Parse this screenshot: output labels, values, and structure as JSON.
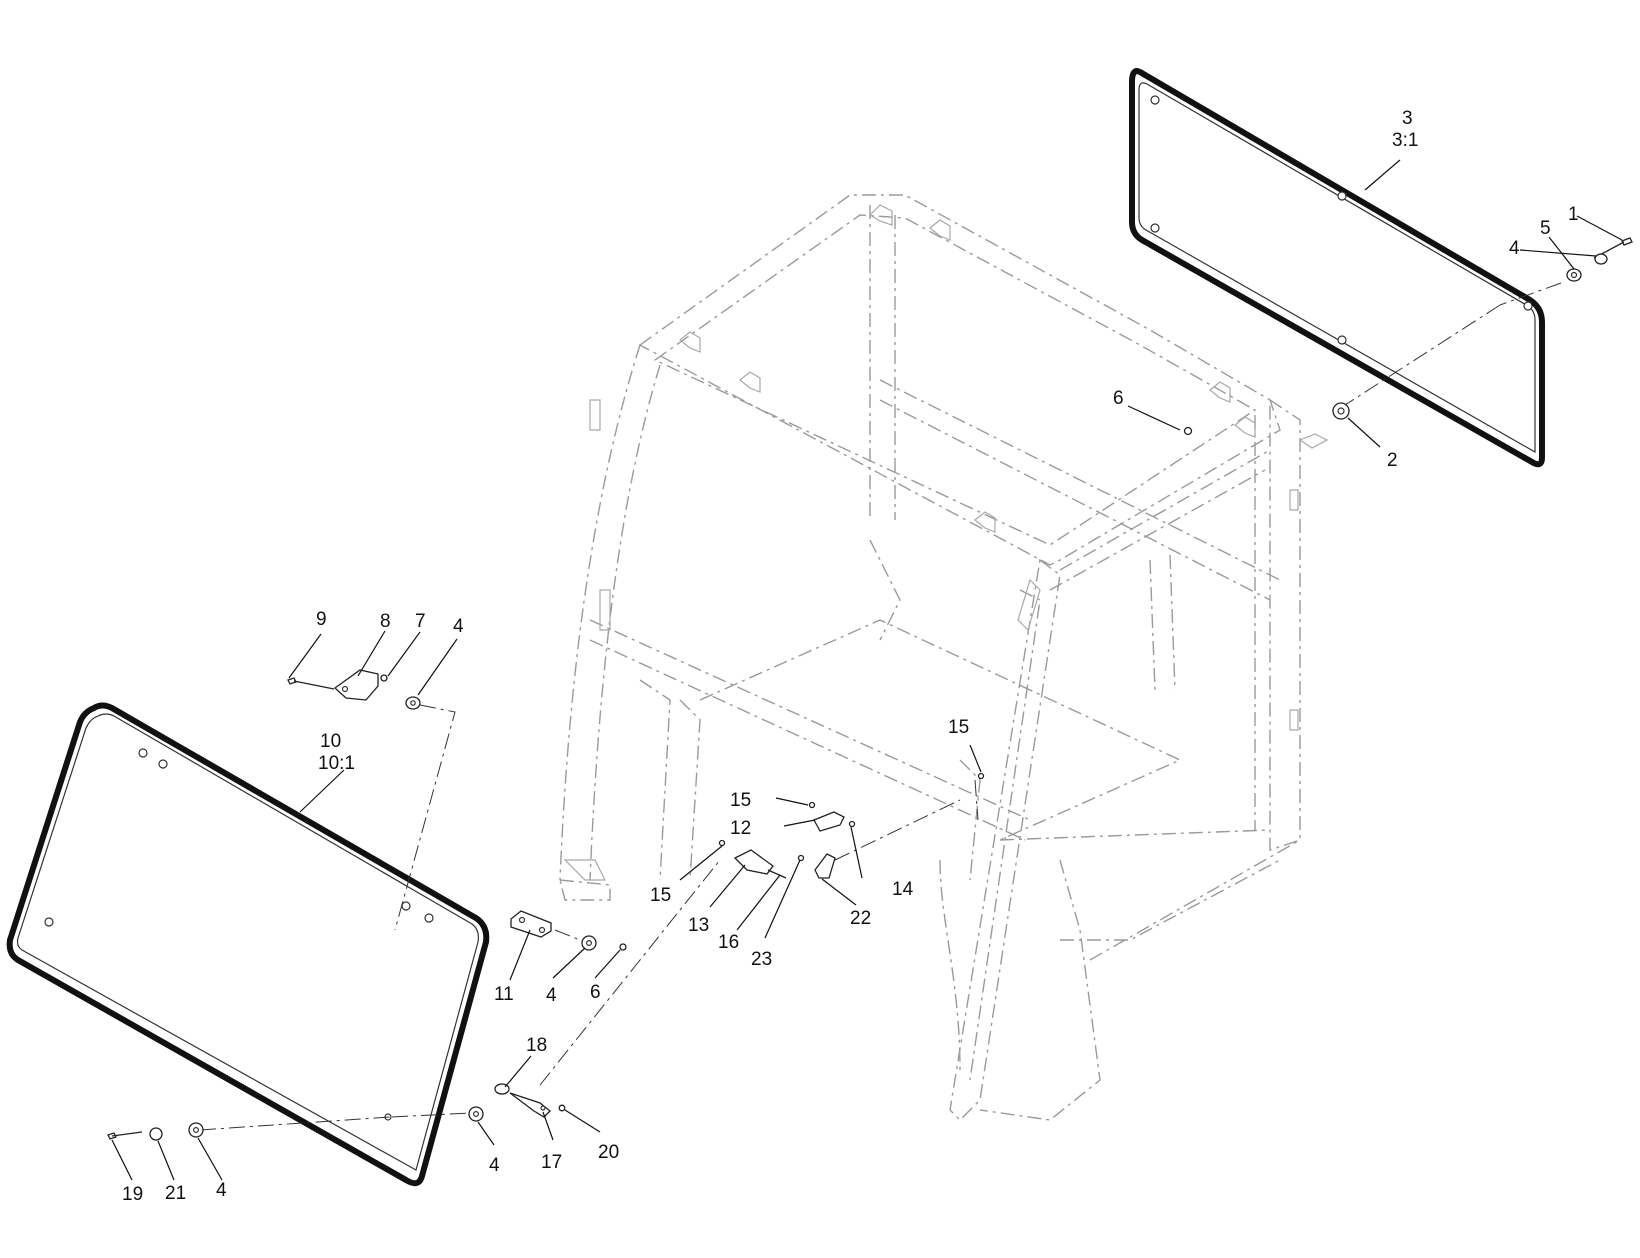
{
  "callouts": {
    "c1": "1",
    "c2": "2",
    "c3": "3",
    "c3_1": "3:1",
    "c4_top": "4",
    "c5": "5",
    "c6_top": "6",
    "c9": "9",
    "c8": "8",
    "c7": "7",
    "c4_upper_left": "4",
    "c10": "10",
    "c10_1": "10:1",
    "c15_a": "15",
    "c15_b": "15",
    "c12": "12",
    "c15_c": "15",
    "c14": "14",
    "c13": "13",
    "c16": "16",
    "c22": "22",
    "c23": "23",
    "c11": "11",
    "c4_mid": "4",
    "c6_mid": "6",
    "c18": "18",
    "c20": "20",
    "c17": "17",
    "c4_bottom": "4",
    "c19": "19",
    "c21": "21",
    "c4_bottom_left": "4"
  },
  "icons": [
    "cab-frame",
    "rear-glass",
    "front-glass",
    "latch",
    "hinge",
    "washer",
    "bolt",
    "grommet"
  ]
}
